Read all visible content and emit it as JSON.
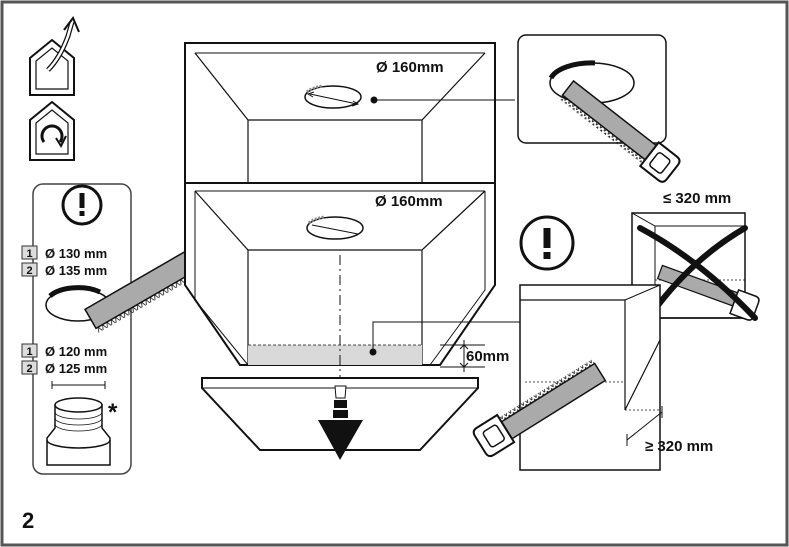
{
  "figure_number": "2",
  "icons": {
    "ducted_mode": "house-outlet-arrow-icon",
    "recirculation_mode": "house-recirculation-icon",
    "warning": "exclamation-circle-icon"
  },
  "cabinet": {
    "top_hole_label": "Ø 160mm",
    "lower_hole_label": "Ø 160mm",
    "gap_label": "60mm"
  },
  "adapter_panel": {
    "items": [
      {
        "num": "1",
        "label": "Ø 130 mm"
      },
      {
        "num": "2",
        "label": "Ø 135 mm"
      },
      {
        "num": "1",
        "label": "Ø 120 mm"
      },
      {
        "num": "2",
        "label": "Ø 125 mm"
      }
    ],
    "footnote_mark": "*"
  },
  "right_detail": {
    "max_label": "≤ 320 mm",
    "min_label": "≥ 320 mm"
  },
  "colors": {
    "stroke": "#111111",
    "grey_fill": "#d9d9d9",
    "frame": "#555555"
  }
}
